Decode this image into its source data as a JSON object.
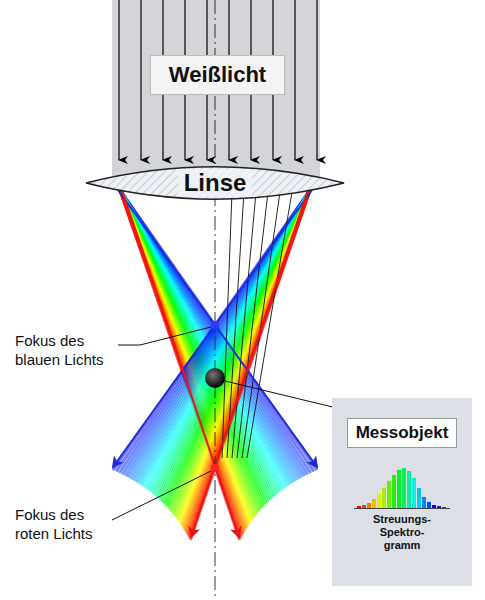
{
  "diagram": {
    "nodes": [
      {
        "text": [
          "Weißlicht"
        ]
      },
      {
        "text": [
          "Linse"
        ]
      },
      {
        "text": [
          "Messobjekt",
          "Streuungs- Spektro- gramm"
        ]
      }
    ],
    "labels": [
      "Fokus des blauen Lichts",
      "Fokus des roten Lichts"
    ]
  }
}
